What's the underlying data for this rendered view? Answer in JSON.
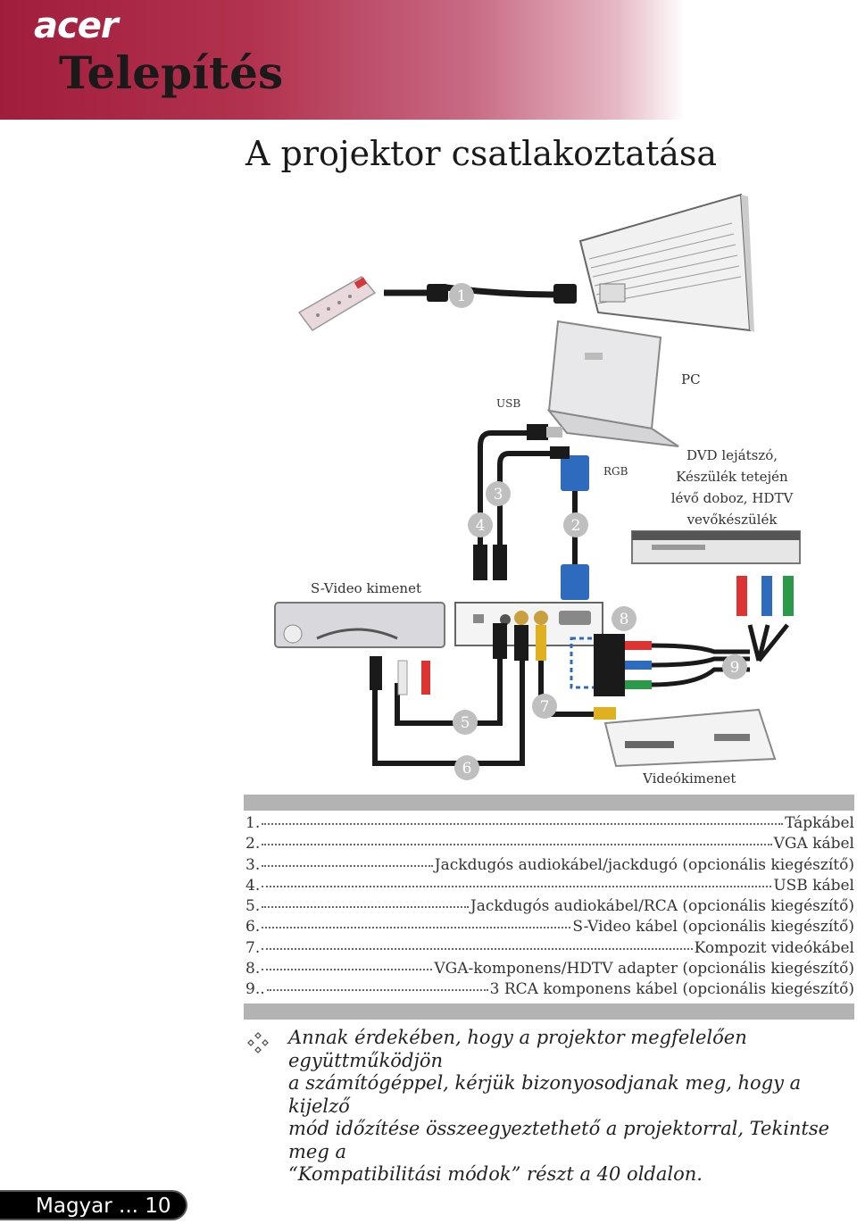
{
  "header": {
    "logo": "acer",
    "section_title": "Telepítés",
    "brand_color": "#a11d3c"
  },
  "page_heading": "A projektor csatlakoztatása",
  "diagram": {
    "labels": {
      "usb": "USB",
      "pc": "PC",
      "rgb": "RGB",
      "dvd_line1": "DVD lejátszó,",
      "dvd_line2": "Készülék tetején",
      "dvd_line3": "lévő doboz, HDTV",
      "dvd_line4": "vevőkészülék",
      "svideo_out": "S-Video kimenet",
      "video_out": "Videókimenet"
    },
    "numbers": [
      "1",
      "2",
      "3",
      "4",
      "5",
      "6",
      "7",
      "8",
      "9"
    ]
  },
  "legend": [
    {
      "num": "1.",
      "label": "Tápkábel"
    },
    {
      "num": "2.",
      "label": "VGA kábel"
    },
    {
      "num": "3.",
      "label": "Jackdugós audiokábel/jackdugó (opcionális kiegészítő)"
    },
    {
      "num": "4.",
      "label": "USB kábel"
    },
    {
      "num": "5.",
      "label": "Jackdugós audiokábel/RCA (opcionális kiegészítő)"
    },
    {
      "num": "6.",
      "label": "S-Video kábel (opcionális kiegészítő)"
    },
    {
      "num": "7.",
      "label": "Kompozit videókábel"
    },
    {
      "num": "8.",
      "label": "VGA-komponens/HDTV adapter (opcionális kiegészítő)"
    },
    {
      "num": "9..",
      "label": "3 RCA komponens kábel (opcionális kiegészítő)"
    }
  ],
  "note": {
    "icon": "diamond-bullet-icon",
    "line1": "Annak érdekében, hogy a projektor megfelelően együttműködjön",
    "line2": "a számítógéppel, kérjük bizonyosodjanak meg, hogy a kijelző",
    "line3": "mód időzítése összeegyeztethető a projektorral, Tekintse meg a",
    "line4": "“Kompatibilitási módok” részt a 40 oldalon."
  },
  "footer": {
    "page_label": "Magyar ... 10"
  }
}
